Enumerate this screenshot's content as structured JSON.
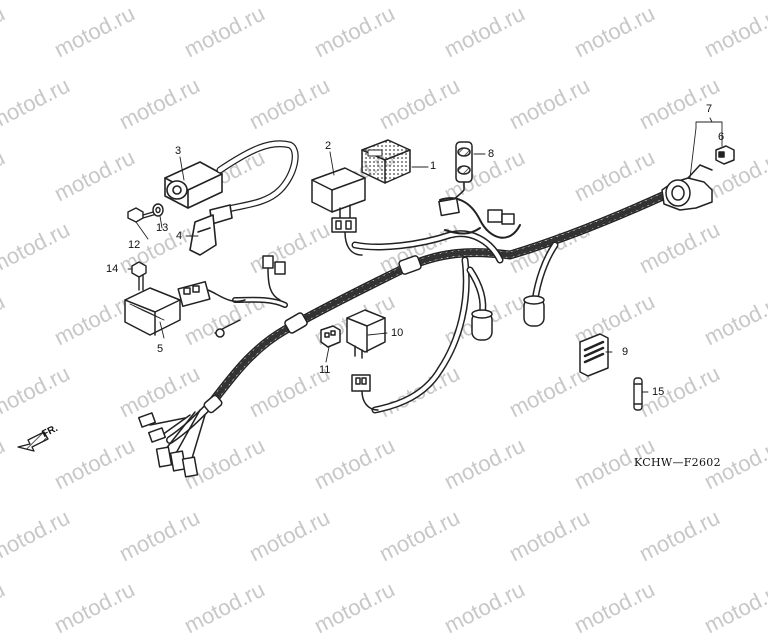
{
  "watermark": "motod.ru",
  "diagram_code": "KCHW—F2602",
  "direction_label": "FR.",
  "callouts": {
    "p1": "1",
    "p2": "2",
    "p3": "3",
    "p4": "4",
    "p5": "5",
    "p6": "6",
    "p7": "7",
    "p8": "8",
    "p9": "9",
    "p10": "10",
    "p11": "11",
    "p12": "12",
    "p13": "13",
    "p14": "14",
    "p15": "15"
  },
  "colors": {
    "ink": "#222222",
    "watermark": "#c8c8c8",
    "background": "#ffffff"
  }
}
